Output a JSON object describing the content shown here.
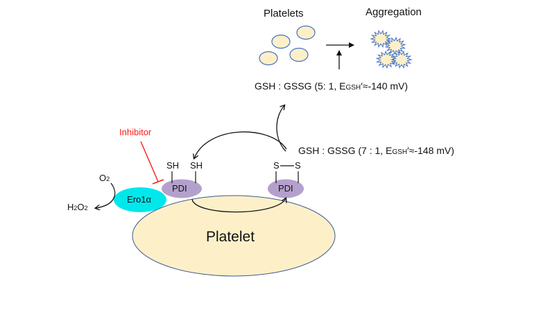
{
  "top": {
    "platelets_label": "Platelets",
    "aggregation_label": "Aggregation",
    "gsh_ratio_1": {
      "prefix": "GSH : GSSG (5: 1,  E",
      "sub": "GSH",
      "suffix": "′≈-140 mV)"
    }
  },
  "middle": {
    "gsh_ratio_2": {
      "prefix": "GSH : GSSG (7 : 1, E",
      "sub": "GSH",
      "suffix": "′≈-148 mV)"
    }
  },
  "labels": {
    "inhibitor": "Inhibitor",
    "o2": "O",
    "o2_sub": "2",
    "h2o2_h": "H",
    "h2o2_sub1": "2",
    "h2o2_o": "O",
    "h2o2_sub2": "2",
    "ero1a": "Ero1α",
    "pdi_reduced": "PDI",
    "pdi_oxidized": "PDI",
    "sh1": "SH",
    "sh2": "SH",
    "s1": "S",
    "s2": "S",
    "platelet": "Platelet"
  },
  "colors": {
    "platelet_fill": "#fdf0c9",
    "platelet_stroke": "#3d5a8f",
    "ero1a_fill": "#00e8ec",
    "pdi_fill": "#b4a0cc",
    "inhibitor": "#ff1a1a",
    "small_platelet_stroke": "#4472c4"
  }
}
